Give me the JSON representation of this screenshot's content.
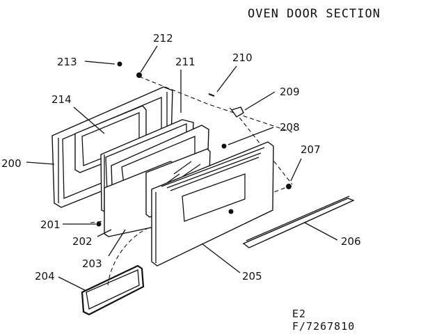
{
  "diagram": {
    "title": "OVEN DOOR SECTION",
    "footer_code": "E2",
    "part_number": "F/7267810",
    "callouts": [
      {
        "id": "213",
        "label": "213"
      },
      {
        "id": "212",
        "label": "212"
      },
      {
        "id": "211",
        "label": "211"
      },
      {
        "id": "210",
        "label": "210"
      },
      {
        "id": "209",
        "label": "209"
      },
      {
        "id": "214",
        "label": "214"
      },
      {
        "id": "208",
        "label": "208"
      },
      {
        "id": "207",
        "label": "207"
      },
      {
        "id": "200",
        "label": "200"
      },
      {
        "id": "201",
        "label": "201"
      },
      {
        "id": "202",
        "label": "202"
      },
      {
        "id": "206",
        "label": "206"
      },
      {
        "id": "203",
        "label": "203"
      },
      {
        "id": "204",
        "label": "204"
      },
      {
        "id": "205",
        "label": "205"
      }
    ]
  }
}
